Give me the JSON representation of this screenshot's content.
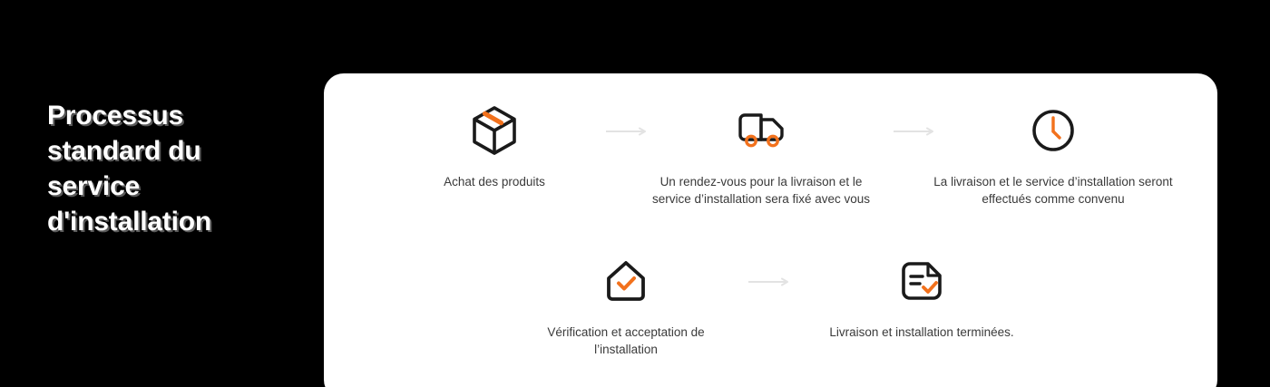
{
  "heading": {
    "text": "Processus standard du service d'installation"
  },
  "colors": {
    "background": "#000000",
    "card": "#ffffff",
    "accent_orange": "#F2711C",
    "icon_dark": "#1A1A1A",
    "caption_text": "#3A3A3A",
    "arrow_gray": "#E3E3E3"
  },
  "process": {
    "steps": [
      {
        "id": 1,
        "icon": "package-box-icon",
        "caption": "Achat des produits"
      },
      {
        "id": 2,
        "icon": "delivery-truck-icon",
        "caption": "Un rendez-vous pour la livraison et le service d’installation sera fixé avec vous"
      },
      {
        "id": 3,
        "icon": "clock-icon",
        "caption": "La livraison et le service d’installation seront effectués comme convenu"
      },
      {
        "id": 4,
        "icon": "house-check-icon",
        "caption": "Vérification et acceptation de l’installation"
      },
      {
        "id": 5,
        "icon": "document-check-icon",
        "caption": "Livraison et installation terminées."
      }
    ],
    "connectors": [
      {
        "id": 1,
        "icon": "arrow-right-icon"
      },
      {
        "id": 2,
        "icon": "arrow-right-icon"
      },
      {
        "id": 3,
        "icon": "arrow-right-icon"
      }
    ]
  }
}
